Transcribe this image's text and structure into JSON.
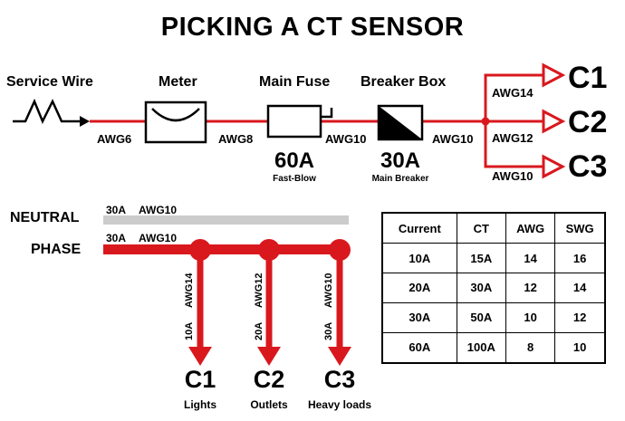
{
  "title": "PICKING A CT SENSOR",
  "top": {
    "service_wire": "Service Wire",
    "meter": "Meter",
    "main_fuse": "Main Fuse",
    "breaker_box": "Breaker Box",
    "awg_service": "AWG6",
    "awg_meter": "AWG8",
    "awg_fuse": "AWG10",
    "awg_breaker": "AWG10",
    "fuse_rating": "60A",
    "fuse_type": "Fast-Blow",
    "breaker_rating": "30A",
    "breaker_type": "Main Breaker",
    "branches": [
      {
        "label": "C1",
        "awg": "AWG14"
      },
      {
        "label": "C2",
        "awg": "AWG12"
      },
      {
        "label": "C3",
        "awg": "AWG10"
      }
    ]
  },
  "bottom": {
    "neutral": "NEUTRAL",
    "phase": "PHASE",
    "neutral_amp": "30A",
    "neutral_awg": "AWG10",
    "phase_amp": "30A",
    "phase_awg": "AWG10",
    "circuits": [
      {
        "label": "C1",
        "load": "Lights",
        "amp": "10A",
        "awg": "AWG14"
      },
      {
        "label": "C2",
        "load": "Outlets",
        "amp": "20A",
        "awg": "AWG12"
      },
      {
        "label": "C3",
        "load": "Heavy loads",
        "amp": "30A",
        "awg": "AWG10"
      }
    ]
  },
  "table": {
    "headers": [
      "Current",
      "CT",
      "AWG",
      "SWG"
    ],
    "rows": [
      [
        "10A",
        "15A",
        "14",
        "16"
      ],
      [
        "20A",
        "30A",
        "12",
        "14"
      ],
      [
        "30A",
        "50A",
        "10",
        "12"
      ],
      [
        "60A",
        "100A",
        "8",
        "10"
      ]
    ]
  },
  "colors": {
    "wire": "#d9181e",
    "neutral": "#cccccc"
  }
}
